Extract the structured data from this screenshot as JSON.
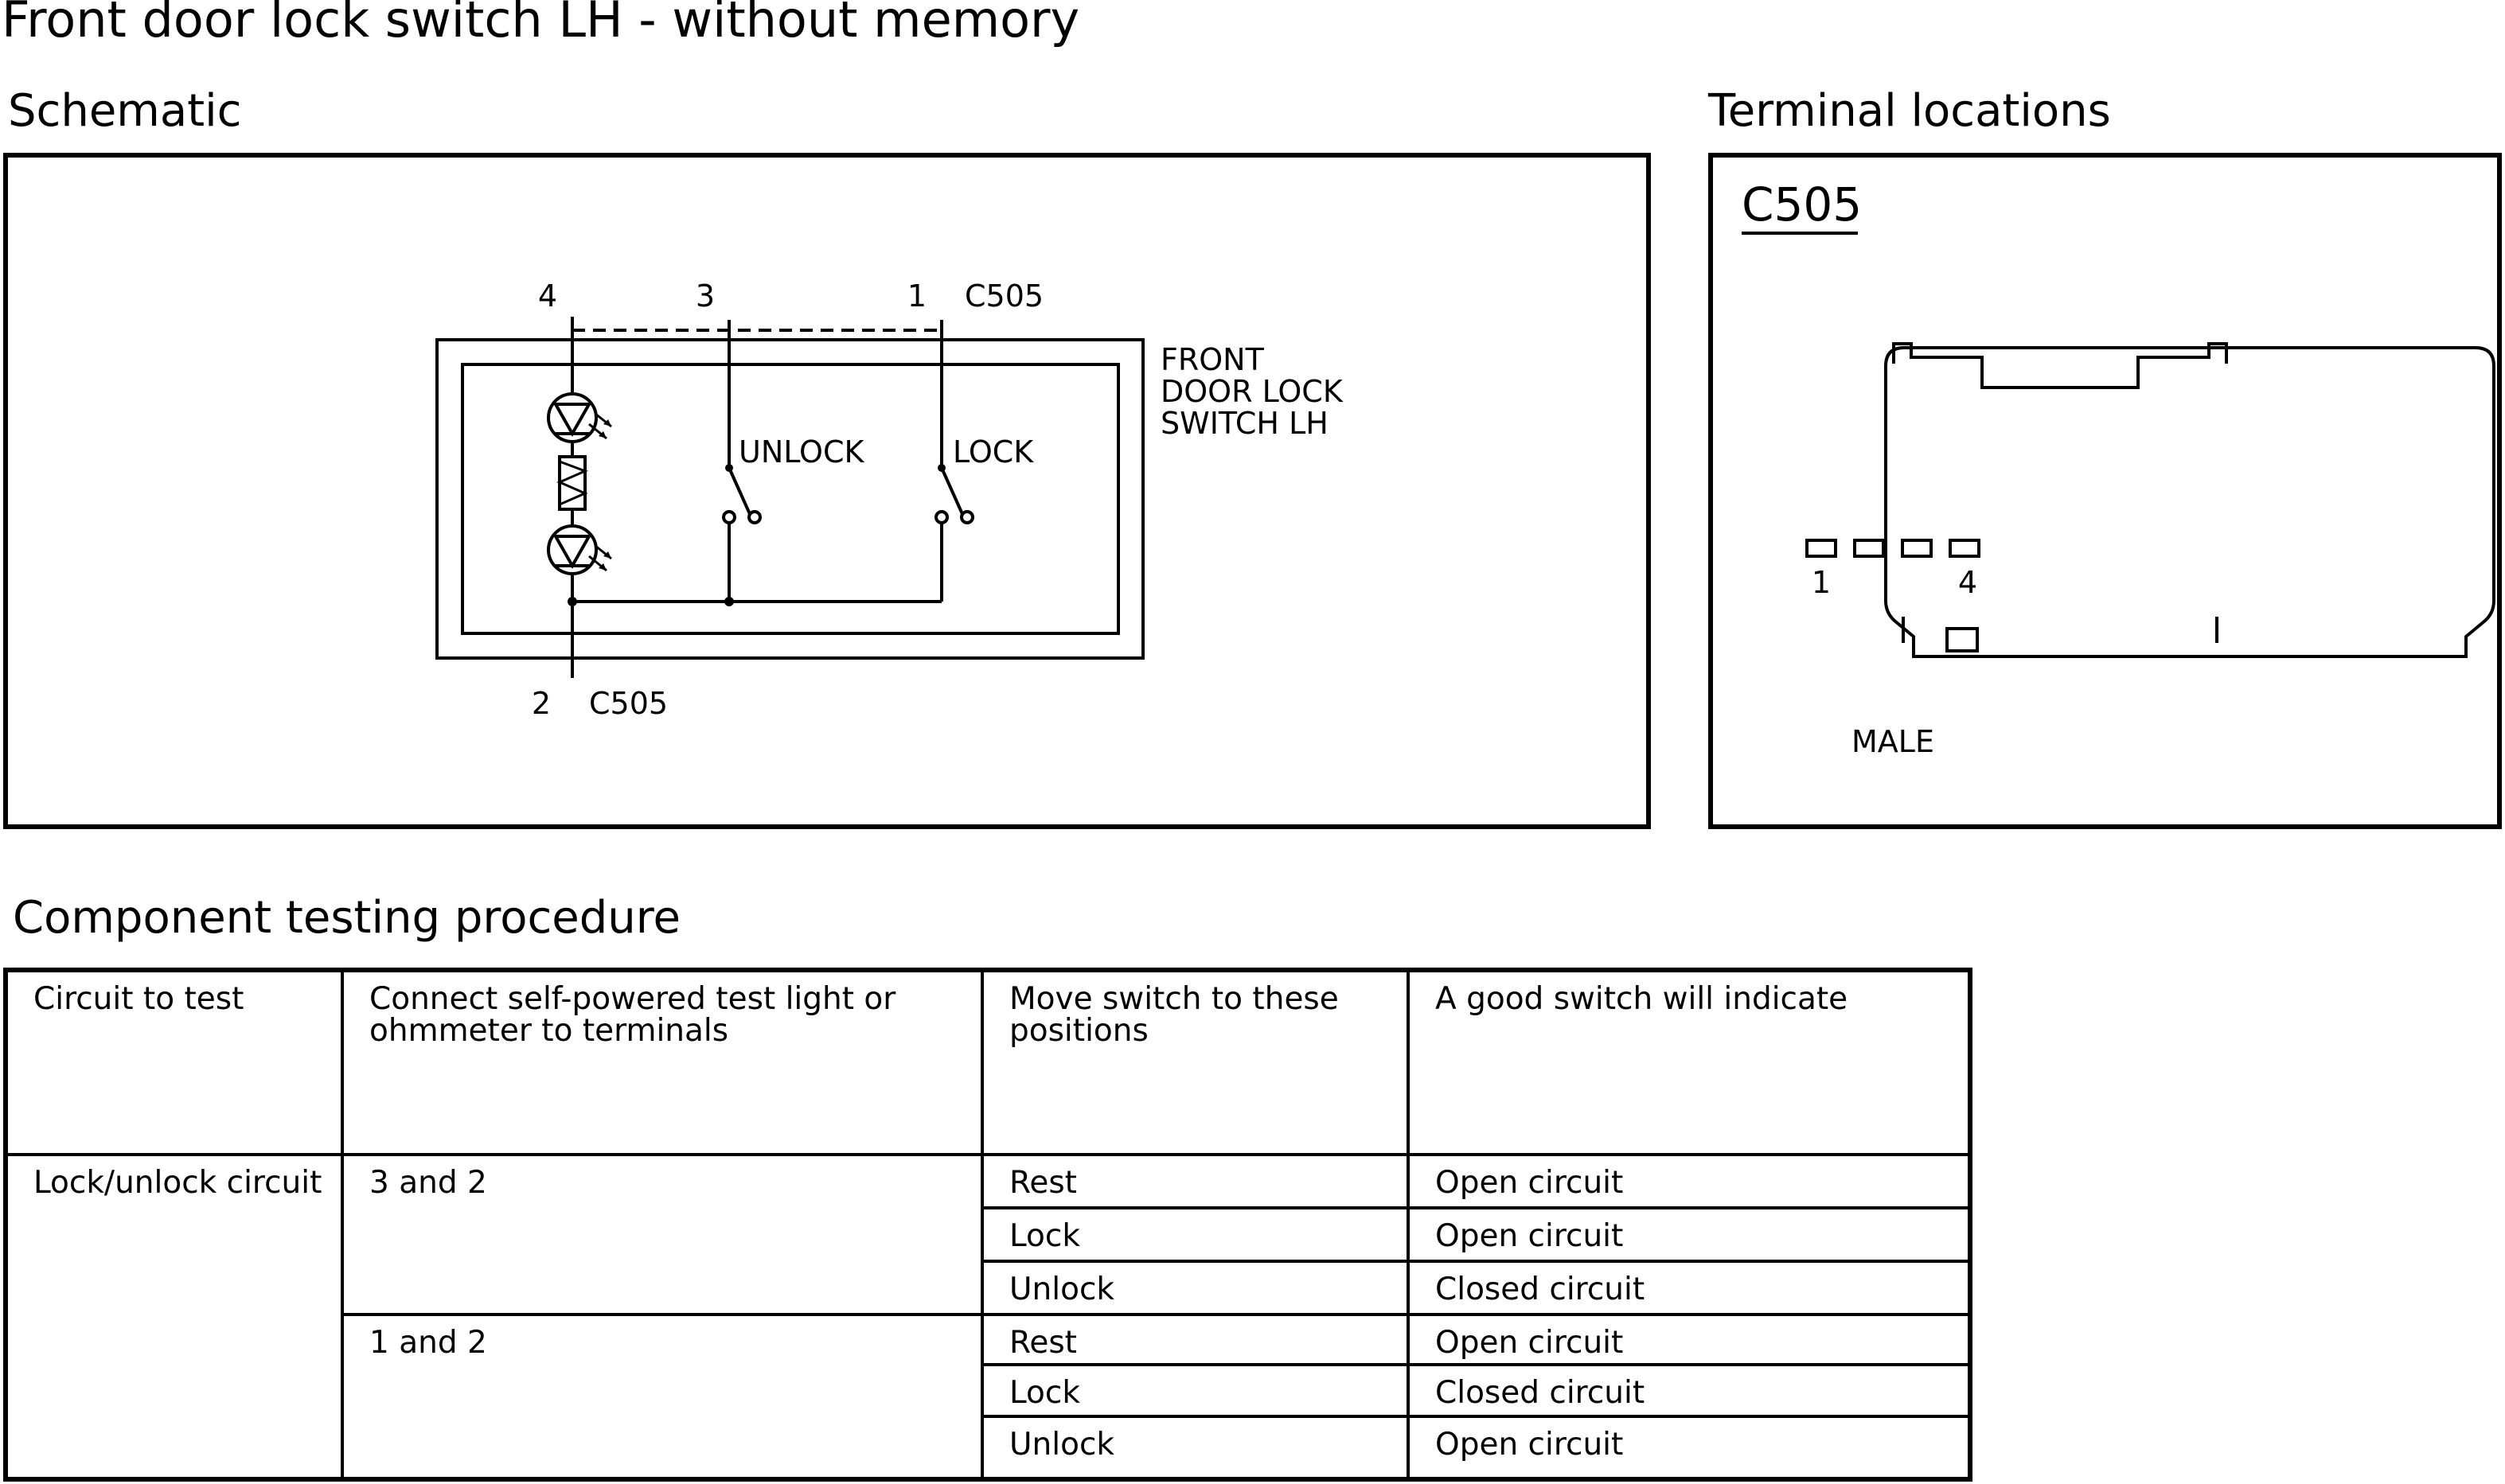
{
  "page": {
    "title": "Front door lock switch LH - without memory"
  },
  "schematic": {
    "heading": "Schematic",
    "top_terminals": [
      "4",
      "3",
      "1"
    ],
    "top_connector": "C505",
    "bottom_terminal": "2",
    "bottom_connector": "C505",
    "component_label": [
      "FRONT",
      "DOOR LOCK",
      "SWITCH LH"
    ],
    "switch_unlock": "UNLOCK",
    "switch_lock": "LOCK"
  },
  "terminal_locations": {
    "heading": "Terminal locations",
    "connector": "C505",
    "pin_first": "1",
    "pin_last": "4",
    "gender": "MALE"
  },
  "testing": {
    "heading": "Component testing procedure",
    "headers": [
      "Circuit to test",
      "Connect self-powered test light or ohmmeter to terminals",
      "Move switch to these positions",
      "A good switch will indicate"
    ],
    "circuit": "Lock/unlock circuit",
    "groups": [
      {
        "terminals": "3 and 2",
        "rows": [
          {
            "position": "Rest",
            "result": "Open circuit"
          },
          {
            "position": "Lock",
            "result": "Open circuit"
          },
          {
            "position": "Unlock",
            "result": "Closed circuit"
          }
        ]
      },
      {
        "terminals": "1 and 2",
        "rows": [
          {
            "position": "Rest",
            "result": "Open circuit"
          },
          {
            "position": "Lock",
            "result": "Closed circuit"
          },
          {
            "position": "Unlock",
            "result": "Open circuit"
          }
        ]
      }
    ]
  }
}
